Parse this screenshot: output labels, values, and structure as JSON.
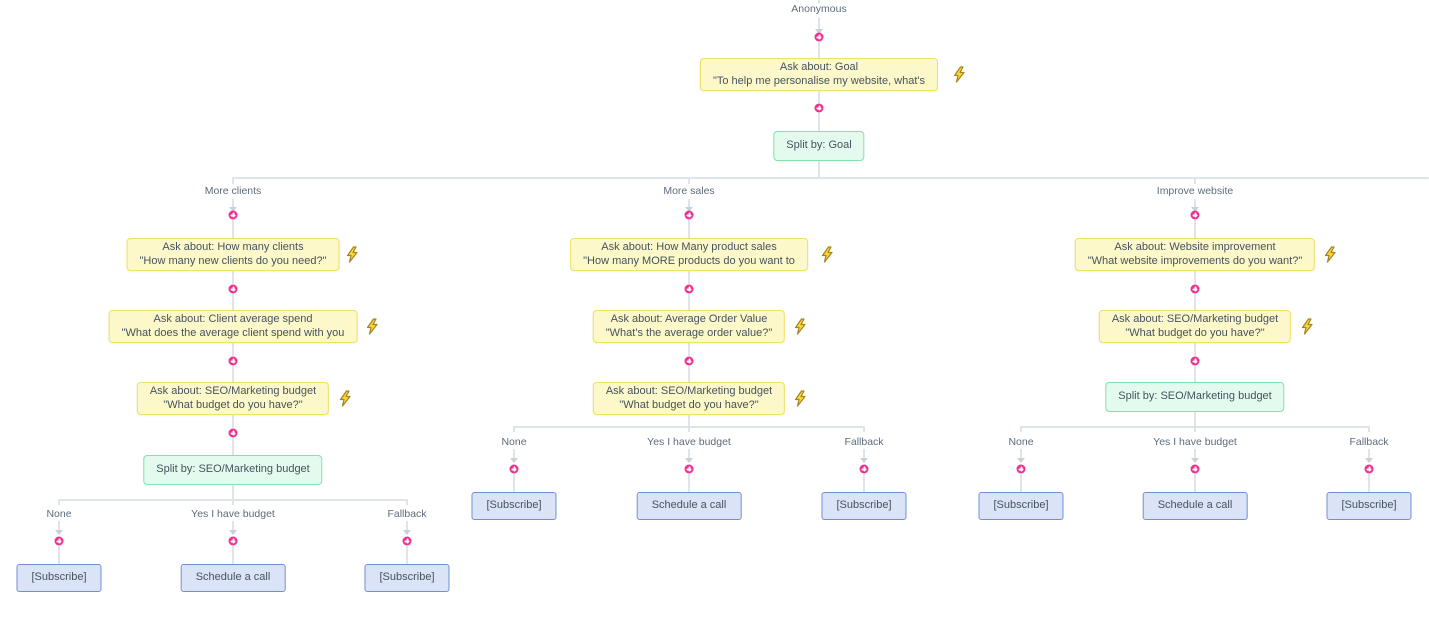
{
  "icons": {
    "trigger_icon": "lightning-bolt",
    "port_icon": "add-plus-port"
  },
  "colors": {
    "ask_bg": "#fcf8c9",
    "ask_border": "#efe161",
    "split_bg": "#e3fbee",
    "split_border": "#7fe3ab",
    "action_bg": "#dbe3f7",
    "action_border": "#7090d5",
    "port": "#f0308f",
    "line": "#dee5ea",
    "bolt_fill": "#ffd43b",
    "label_text": "#5d6c7b",
    "node_text": "#46535f"
  },
  "root": {
    "source_label": "Anonymous",
    "ask": {
      "line1": "Ask about: Goal",
      "line2": "\"To help me personalise my website, what's"
    },
    "split_label": "Split by: Goal"
  },
  "branches": [
    {
      "label": "More clients",
      "asks": [
        {
          "line1": "Ask about: How many clients",
          "line2": "\"How many new clients do you need?\""
        },
        {
          "line1": "Ask about: Client average spend",
          "line2": "\"What does the average client spend with you"
        },
        {
          "line1": "Ask about: SEO/Marketing budget",
          "line2": "\"What budget do you have?\""
        }
      ],
      "split_label": "Split by: SEO/Marketing budget",
      "outcomes": [
        {
          "label": "None",
          "action": "[Subscribe]"
        },
        {
          "label": "Yes I have budget",
          "action": "Schedule a call"
        },
        {
          "label": "Fallback",
          "action": "[Subscribe]"
        }
      ]
    },
    {
      "label": "More sales",
      "asks": [
        {
          "line1": "Ask about: How Many product sales",
          "line2": "\"How many MORE products do you want to"
        },
        {
          "line1": "Ask about: Average Order Value",
          "line2": "\"What's the average order value?\""
        },
        {
          "line1": "Ask about: SEO/Marketing budget",
          "line2": "\"What budget do you have?\""
        }
      ],
      "outcomes": [
        {
          "label": "None",
          "action": "[Subscribe]"
        },
        {
          "label": "Yes I have budget",
          "action": "Schedule a call"
        },
        {
          "label": "Fallback",
          "action": "[Subscribe]"
        }
      ]
    },
    {
      "label": "Improve website",
      "asks": [
        {
          "line1": "Ask about: Website improvement",
          "line2": "\"What website improvements do you want?\""
        },
        {
          "line1": "Ask about: SEO/Marketing budget",
          "line2": "\"What budget do you have?\""
        }
      ],
      "split_label": "Split by: SEO/Marketing budget",
      "outcomes": [
        {
          "label": "None",
          "action": "[Subscribe]"
        },
        {
          "label": "Yes I have budget",
          "action": "Schedule a call"
        },
        {
          "label": "Fallback",
          "action": "[Subscribe]"
        }
      ]
    }
  ]
}
